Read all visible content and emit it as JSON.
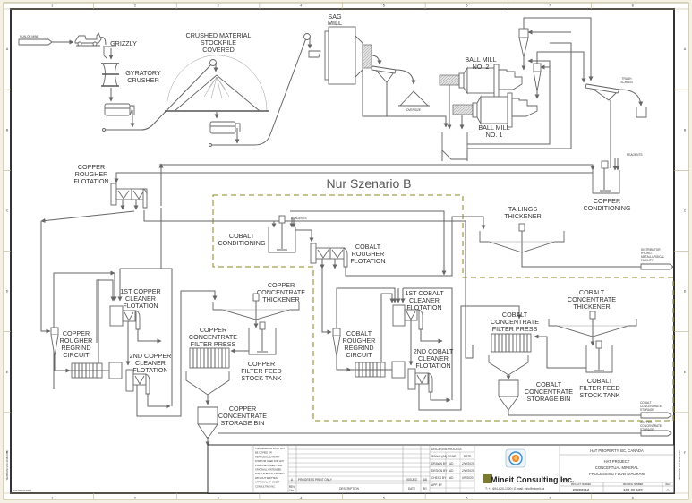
{
  "sheet": {
    "grid_columns": [
      "1",
      "2",
      "3",
      "4",
      "5",
      "6",
      "7",
      "8"
    ],
    "grid_rows": [
      "A",
      "B",
      "C",
      "D",
      "E",
      "F"
    ],
    "scenario_label": "Nur Szenario B"
  },
  "equipment": {
    "run_of_mine": "RUN-OF-MINE",
    "grizzly": "GRIZZLY",
    "gyratory_crusher": [
      "GYRATORY",
      "CRUSHER"
    ],
    "stockpile": [
      "CRUSHED MATERIAL",
      "STOCKPILE",
      "COVERED"
    ],
    "sag_mill": [
      "SAG",
      "MILL"
    ],
    "oversize": "OVERSIZE",
    "ball_mill_2": [
      "BALL MILL",
      "NO. 2"
    ],
    "ball_mill_1": [
      "BALL MILL",
      "NO. 1"
    ],
    "trash_screen": [
      "TRASH",
      "SCREEN"
    ],
    "reagents_copper": "REAGENTS",
    "copper_conditioning": [
      "COPPER",
      "CONDITIONING"
    ],
    "copper_rougher_flotation": [
      "COPPER",
      "ROUGHER",
      "FLOTATION"
    ],
    "cobalt_conditioning": [
      "COBALT",
      "CONDITIONING"
    ],
    "reagents_cobalt": "REAGENTS",
    "cobalt_rougher_flotation": [
      "COBALT",
      "ROUGHER",
      "FLOTATION"
    ],
    "tailings_thickener": [
      "TAILINGS",
      "THICKENER"
    ],
    "distributor": [
      "DISTRIBUTOR",
      "HYDRO-",
      "METALLURGICAL",
      "FACILITY"
    ],
    "copper_1st_cleaner": [
      "1ST COPPER",
      "CLEANER",
      "FLOTATION"
    ],
    "copper_2nd_cleaner": [
      "2ND COPPER",
      "CLEANER",
      "FLOTATION"
    ],
    "copper_regrind": [
      "COPPER",
      "ROUGHER",
      "REGRIND",
      "CIRCUIT"
    ],
    "copper_thickener": [
      "COPPER",
      "CONCENTRATE",
      "THICKENER"
    ],
    "copper_filter_press": [
      "COPPER",
      "CONCENTRATE",
      "FILTER PRESS"
    ],
    "copper_feed_tank": [
      "COPPER",
      "FILTER FEED",
      "STOCK TANK"
    ],
    "copper_storage_bin": [
      "COPPER",
      "CONCENTRATE",
      "STORAGE BIN"
    ],
    "cobalt_1st_cleaner": [
      "1ST COBALT",
      "CLEANER",
      "FLOTATION"
    ],
    "cobalt_2nd_cleaner": [
      "2ND COBALT",
      "CLEANER",
      "FLOTATION"
    ],
    "cobalt_regrind": [
      "COBALT",
      "ROUGHER",
      "REGRIND",
      "CIRCUIT"
    ],
    "cobalt_thickener": [
      "COBALT",
      "CONCENTRATE",
      "THICKENER"
    ],
    "cobalt_filter_press": [
      "COBALT",
      "CONCENTRATE",
      "FILTER PRESS"
    ],
    "cobalt_feed_tank": [
      "COBALT",
      "FILTER FEED",
      "STOCK TANK"
    ],
    "cobalt_storage_bin": [
      "COBALT",
      "CONCENTRATE",
      "STORAGE BIN"
    ],
    "cobalt_storage_out": [
      "COBALT",
      "CONCENTRATE",
      "STORAGE"
    ],
    "copper_storage_out": [
      "COPPER",
      "CONCENTRATE",
      "STORAGE"
    ]
  },
  "title_block": {
    "notice": [
      "THIS DRAWING MUST NOT",
      "BE COPIED OR",
      "REPRODUCED IN ANY",
      "FORM OR USED FOR ANY",
      "PURPOSE OTHER THAN",
      "ORIGINALLY INTENDED",
      "FOR A SPECIFIC PROJECT",
      "WITHOUT WRITTEN",
      "APPROVAL OF MINEIT",
      "CONSULTING INC."
    ],
    "revision": {
      "rev": "A",
      "description": "PROGRESS PRINT ONLY",
      "issued": "ISSUED",
      "by": "AD"
    },
    "rev_header": [
      "REV",
      "No."
    ],
    "description_header": "DESCRIPTION",
    "date_header": "DATE",
    "by_header": "BY",
    "discipline_label": "DISCIPLINE",
    "discipline": "PROCESS",
    "scale_label": "SCALE (A1)",
    "scale": "NONE",
    "date_label": "DATE",
    "drawn_by_label": "DRAWN BY",
    "drawn_by": "AD",
    "drawn_date": "2/W/2020",
    "design_by_label": "DESIGN BY",
    "design_by": "AD",
    "design_date": "2/W/2020",
    "check_by_label": "CHECK BY",
    "check_by": "AD",
    "check_date": "0/F/2020",
    "appr_by_label": "APP. BY",
    "company": "Mineit Consulting Inc.",
    "contact": "T: +1 604-620-1300 | E-mail: info@mineit.ca",
    "property": "HAT PROPERTY, BC, CANADA",
    "title": [
      "HAT PROJECT",
      "CONCEPTUAL MINERAL",
      "PROCESSING FLOW DIAGRAM"
    ],
    "title_label": "TITLE",
    "project_number_label": "PROJECT NUMBER",
    "project_number": "20200012",
    "drawing_number_label": "DRAWING NUMBER",
    "drawing_number": "100-89-100",
    "rev_label": "REV",
    "rev_value": "A",
    "footer_left": "100-89-100.DWG",
    "side_label": "TEMPLATE V1.0 2018-11-06"
  }
}
